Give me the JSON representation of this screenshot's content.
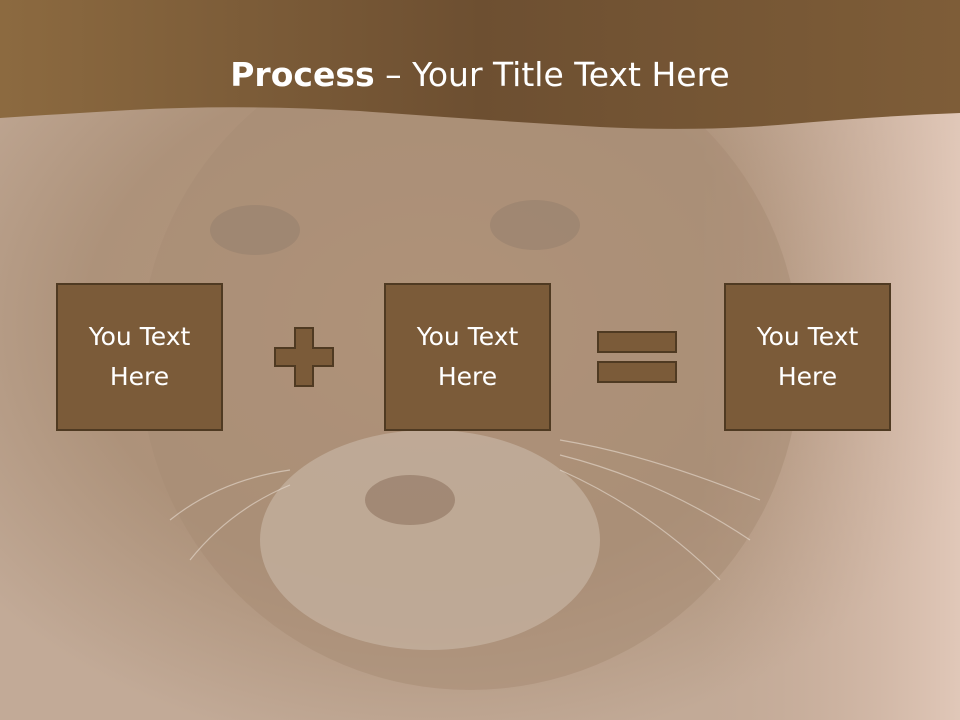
{
  "slide": {
    "title_bold": "Process",
    "title_rest": " – Your Title Text Here",
    "boxes": [
      {
        "label": "You Text Here"
      },
      {
        "label": "You Text Here"
      },
      {
        "label": "You Text Here"
      }
    ],
    "operators": [
      "plus-icon",
      "equals-icon"
    ]
  },
  "colors": {
    "title_band": "#7e5a33",
    "box_fill": "#7b5b39",
    "box_border": "#4f3a22",
    "background": "#b8a08c"
  }
}
